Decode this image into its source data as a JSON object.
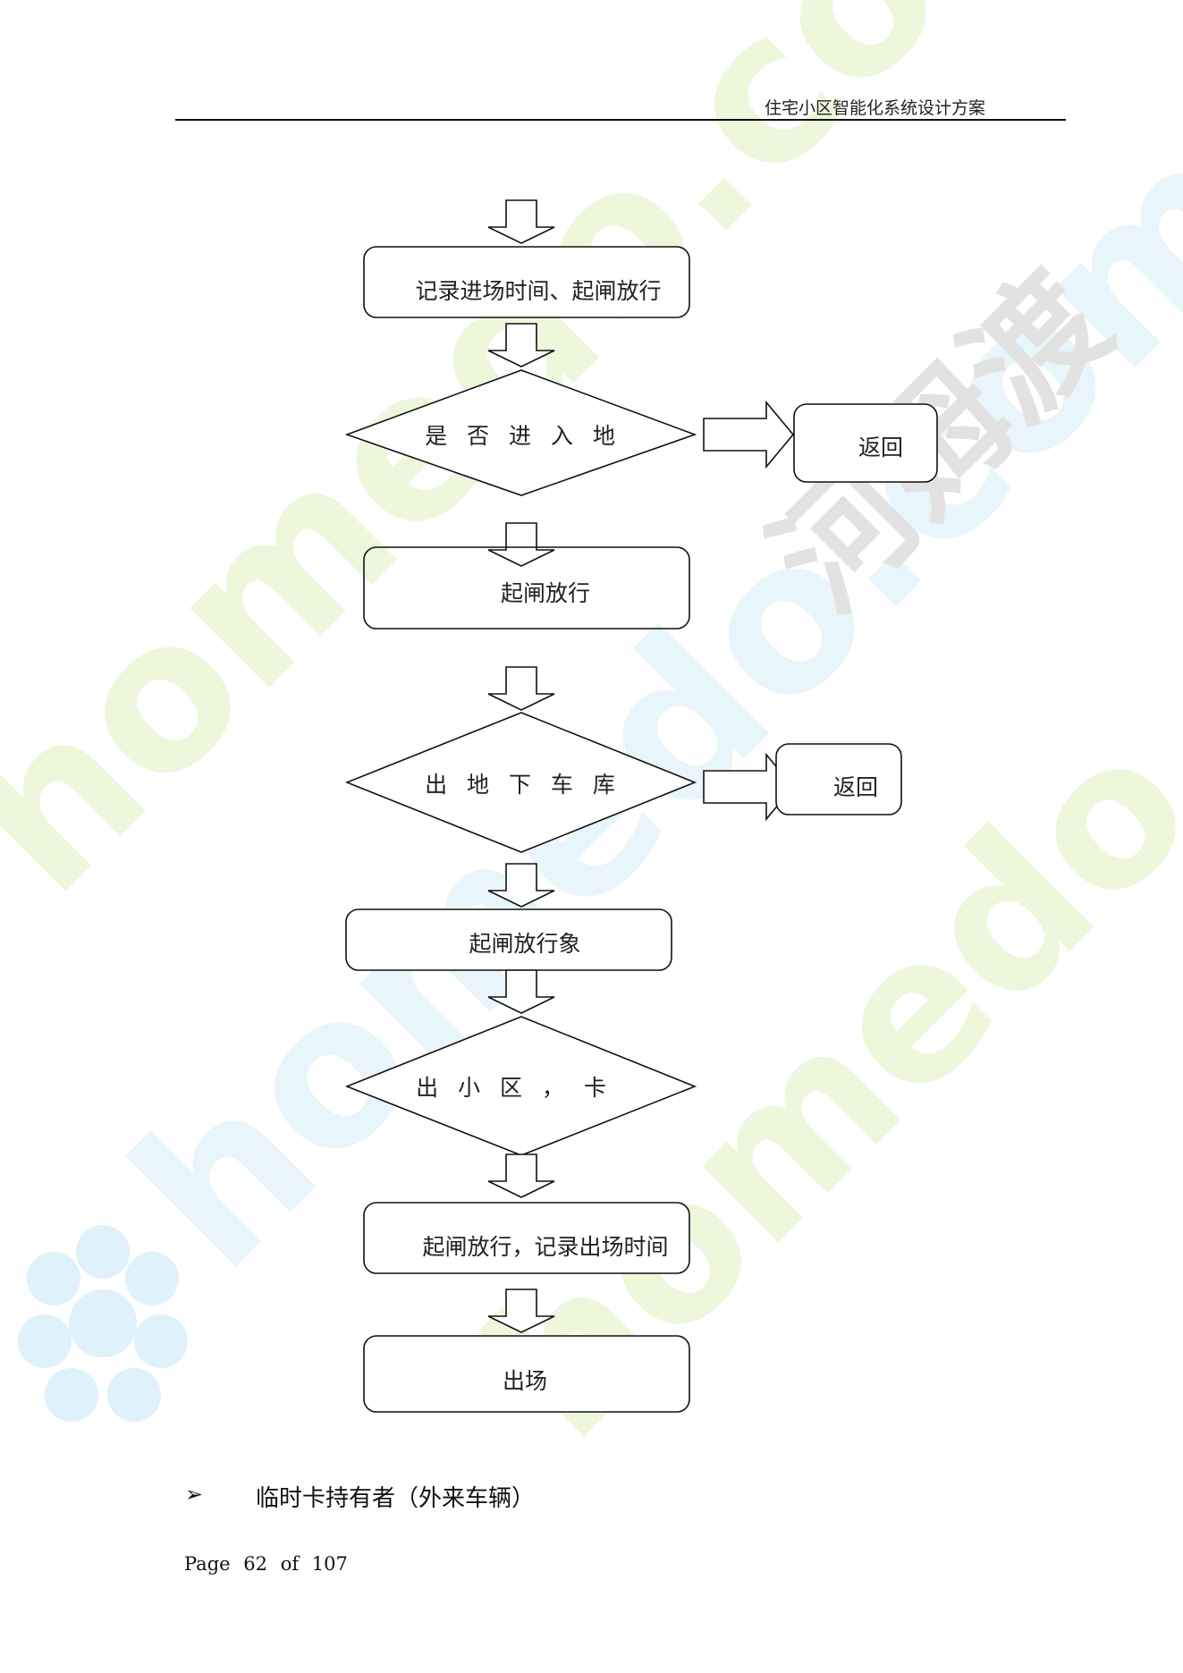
{
  "header": {
    "title": "住宅小区智能化系统设计方案"
  },
  "flowchart": {
    "step_record_entry": "记录进场时间、起闸放行",
    "decision_enter_underground": "是 否 进 入 地",
    "return_1": "返回",
    "step_open_gate_1": "起闸放行",
    "decision_exit_garage": "出 地 下 车 库",
    "return_2": "返回",
    "step_open_gate_2": "起闸放行象",
    "decision_exit_community": "出 小 区 ， 卡",
    "step_open_gate_record_exit": "起闸放行，记录出场时间",
    "step_exit": "出场"
  },
  "section": {
    "bullet_icon": "arrow-bullet-icon",
    "heading": "临时卡持有者（外来车辆）"
  },
  "footer": {
    "page_word": "Page",
    "page_number": "62",
    "of_word": "of",
    "total_pages": "107"
  },
  "watermarks": {
    "text_1": "homedo.com",
    "text_2": "河姆渡",
    "color_green": "#eef7d8",
    "color_blue": "#dff3fb",
    "color_gray": "#e3e3e3"
  }
}
